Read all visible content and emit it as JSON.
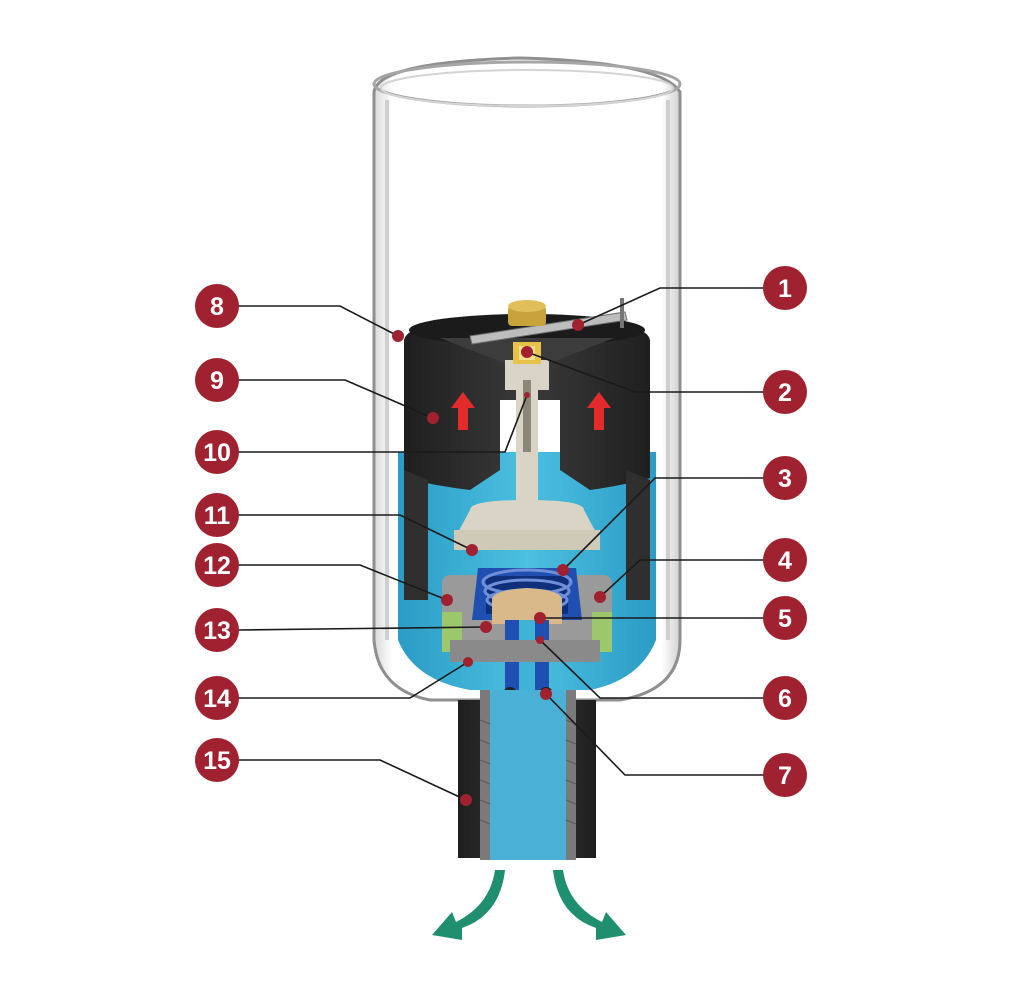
{
  "colors": {
    "badge": "#a0212f",
    "badge_text": "#ffffff",
    "leader_line": "#1a1a1a",
    "water": "#3fb2d6",
    "water_dark": "#2a8fb4",
    "float_body": "#2f2f2f",
    "float_top": "#1b1b1b",
    "stem": "#d9d4c6",
    "brass": "#c8a23a",
    "valve_blue": "#1f4fb0",
    "grey_part": "#9a9a9a",
    "sponge": "#d9b98a",
    "nozzle_dark": "#2b2b2b",
    "flow_arrow": "#1f8f6f",
    "up_arrow": "#e32b2b",
    "seal_green": "#9cc76a"
  },
  "callouts": [
    {
      "id": "1",
      "label": "1"
    },
    {
      "id": "2",
      "label": "2"
    },
    {
      "id": "3",
      "label": "3"
    },
    {
      "id": "4",
      "label": "4"
    },
    {
      "id": "5",
      "label": "5"
    },
    {
      "id": "6",
      "label": "6"
    },
    {
      "id": "7",
      "label": "7"
    },
    {
      "id": "8",
      "label": "8"
    },
    {
      "id": "9",
      "label": "9"
    },
    {
      "id": "10",
      "label": "10"
    },
    {
      "id": "11",
      "label": "11"
    },
    {
      "id": "12",
      "label": "12"
    },
    {
      "id": "13",
      "label": "13"
    },
    {
      "id": "14",
      "label": "14"
    },
    {
      "id": "15",
      "label": "15"
    }
  ]
}
